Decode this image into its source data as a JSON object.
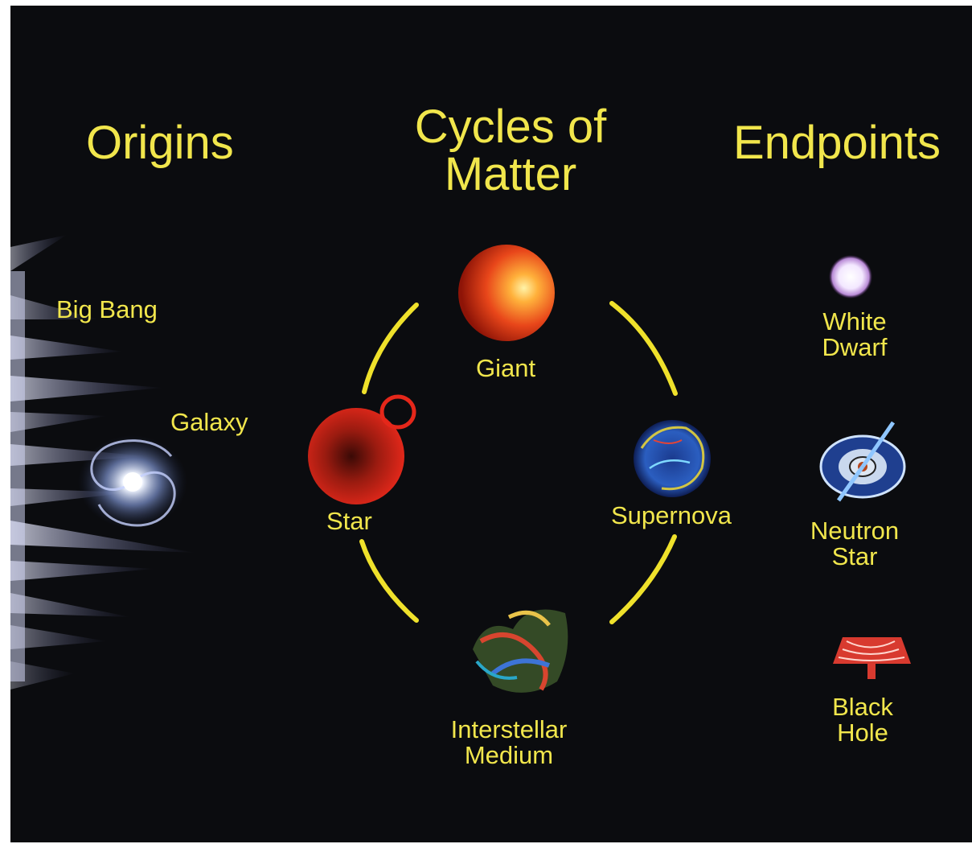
{
  "colors": {
    "background": "#0b0c0f",
    "label": "#f1e64c",
    "cycle_arrow": "#efe12b"
  },
  "headings": {
    "origins": "Origins",
    "cycles": "Cycles of\nMatter",
    "endpoints": "Endpoints"
  },
  "origins": {
    "big_bang": "Big Bang",
    "galaxy": "Galaxy"
  },
  "cycle": {
    "giant": "Giant",
    "star": "Star",
    "supernova": "Supernova",
    "interstellar_medium": "Interstellar\nMedium"
  },
  "endpoints": {
    "white_dwarf": "White\nDwarf",
    "neutron_star": "Neutron\nStar",
    "black_hole": "Black\nHole"
  }
}
